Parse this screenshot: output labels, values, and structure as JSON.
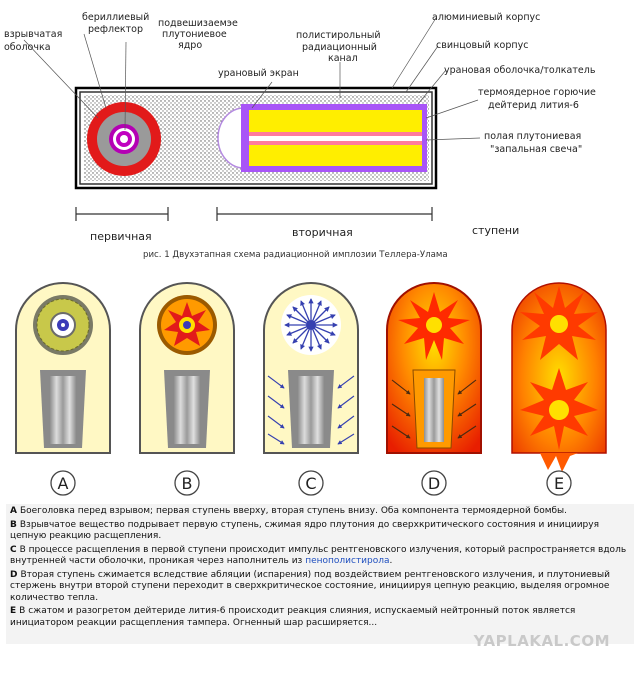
{
  "top": {
    "labels": {
      "explosive": [
        "взрывчатая",
        "оболочка"
      ],
      "beryllium": [
        "бериллиевый",
        "рефлектор"
      ],
      "levitated": [
        "подвешизаемэе",
        "плутониевое",
        "ядро"
      ],
      "uranium_screen": "урановый экран",
      "channel": [
        "полистирольный",
        "радиационный",
        "канал"
      ],
      "aluminum": "алюминиевый корпус",
      "lead": "свинцовый корпус",
      "uranium_pusher": "урановая оболочка/толкатель",
      "fuel": [
        "термоядерное горючие",
        "дейтерид лития-6"
      ],
      "sparkplug": [
        "полая плутониевая",
        "\"запальная свеча\""
      ]
    },
    "stage_primary": "первичная",
    "stage_secondary": "вторичная",
    "stage_suffix": "ступени",
    "caption": "рис. 1 Двухэтапная схема радиационной имплозии Теллера-Улама",
    "colors": {
      "reflector": "#e21a1a",
      "fuel": "#ffee00",
      "pusher": "#a855f7",
      "sparkplug": "#ff7b9c"
    }
  },
  "stages": [
    {
      "letter": "A"
    },
    {
      "letter": "B"
    },
    {
      "letter": "C"
    },
    {
      "letter": "D"
    },
    {
      "letter": "E"
    }
  ],
  "legend": {
    "items": [
      {
        "letter": "A",
        "text": "Боеголовка перед взрывом; первая ступень вверху, вторая ступень внизу. Оба компонента термоядерной бомбы."
      },
      {
        "letter": "B",
        "text": "Взрывчатое вещество подрывает первую ступень, сжимая ядро плутония до сверхкритического состояния и инициируя цепную реакцию расщепления."
      },
      {
        "letter": "C",
        "text": "В процессе расщепления в первой ступени происходит импульс рентгеновского излучения, который распространяется вдоль внутренней части оболочки, проникая через наполнитель из ",
        "link": "пенополистирола",
        "after": "."
      },
      {
        "letter": "D",
        "text": "Вторая ступень сжимается вследствие абляции (испарения) под воздействием рентгеновского излучения, и плутониевый стержень внутри второй ступени переходит в сверхкритическое состояние, инициируя цепную реакцию, выделяя огромное количество тепла."
      },
      {
        "letter": "E",
        "text": "В сжатом и разогретом дейтериде лития-6 происходит реакция слияния, испускаемый нейтронный поток является инициатором реакции расщепления тампера. Огненный шар расширяется..."
      }
    ]
  },
  "watermark": "YAPLAKAL.COM"
}
